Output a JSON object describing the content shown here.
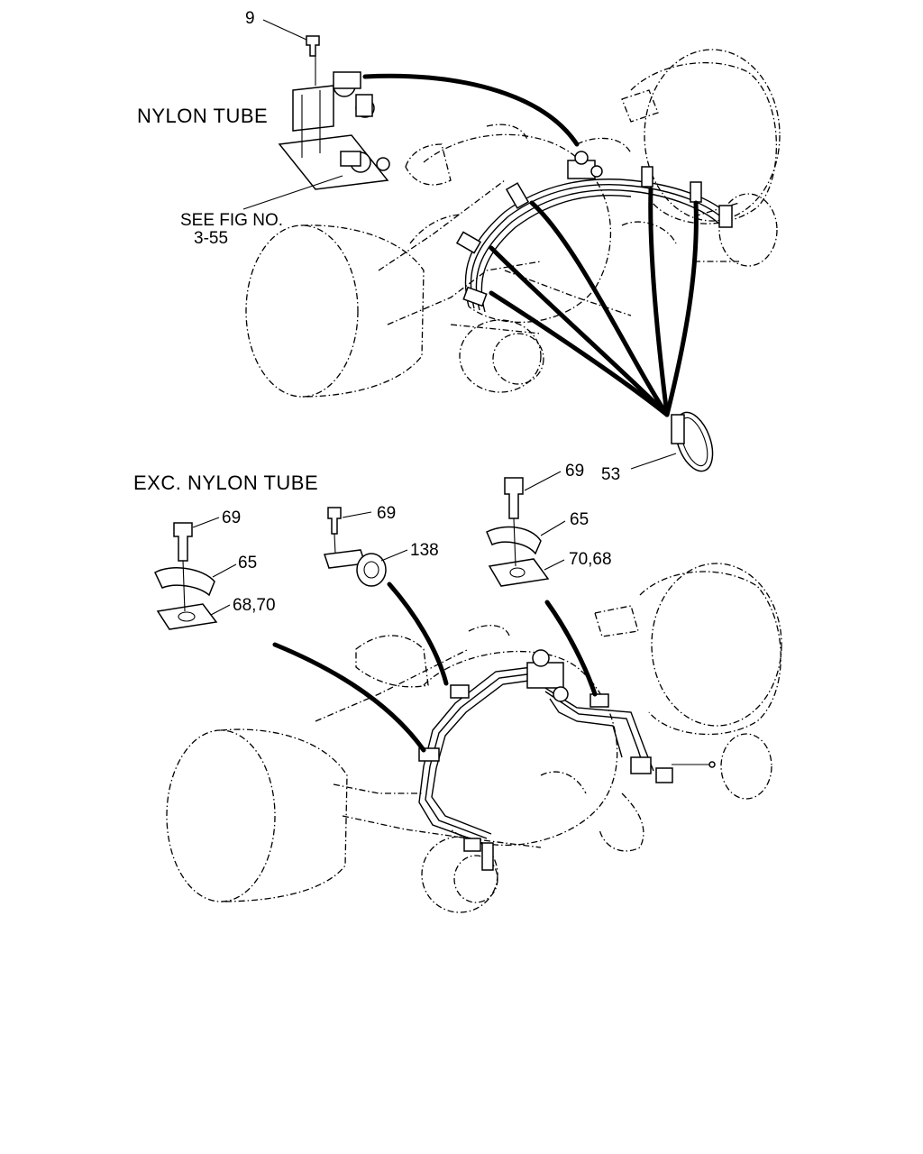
{
  "sections": {
    "nylon": {
      "title": "NYLON TUBE",
      "ref_line1": "SEE FIG NO.",
      "ref_line2": "3-55"
    },
    "exc_nylon": {
      "title": "EXC. NYLON TUBE"
    }
  },
  "callouts": {
    "c9": "9",
    "c53": "53",
    "c69_right": "69",
    "c65_right": "65",
    "c70_68": "70,68",
    "c69_left": "69",
    "c65_left": "65",
    "c68_70": "68,70",
    "c69_mid": "69",
    "c138": "138"
  }
}
